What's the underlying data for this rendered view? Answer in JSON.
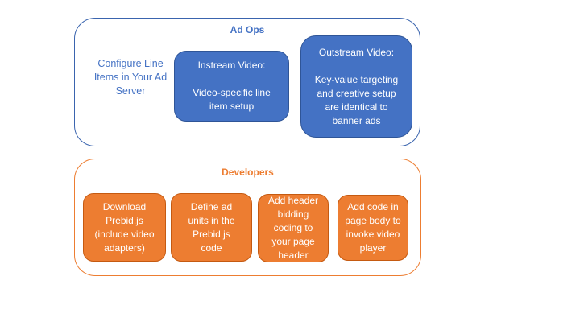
{
  "colors": {
    "blue_fill": "#4472C4",
    "blue_border": "#2F5597",
    "orange_fill": "#ED7D31",
    "orange_border": "#C55A11"
  },
  "ad_ops": {
    "title": "Ad Ops",
    "side_note": "Configure Line\nItems in Your Ad\nServer",
    "boxes": [
      {
        "id": "instream-video",
        "label": "Instream Video:\n\nVideo-specific line\nitem setup"
      },
      {
        "id": "outstream-video",
        "label": "Outstream Video:\n\nKey-value targeting\nand creative setup\nare identical to\nbanner ads"
      }
    ]
  },
  "developers": {
    "title": "Developers",
    "boxes": [
      {
        "id": "download-prebid",
        "label": "Download\nPrebid.js\n(include video\nadapters)"
      },
      {
        "id": "define-ad-units",
        "label": "Define ad\nunits in the\nPrebid.js\ncode"
      },
      {
        "id": "add-header-bidding",
        "label": "Add header\nbidding\ncoding to\nyour page\nheader"
      },
      {
        "id": "add-page-body-code",
        "label": "Add code in\npage body to\ninvoke video\nplayer"
      }
    ]
  }
}
